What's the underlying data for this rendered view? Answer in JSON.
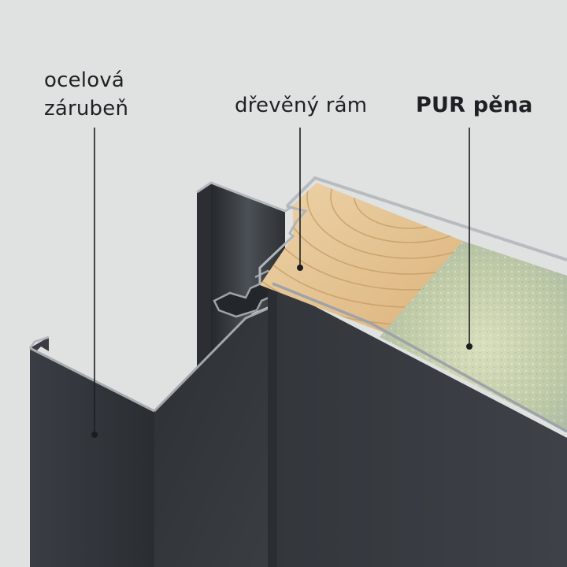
{
  "labels": {
    "steel_frame": [
      "ocelová",
      "zárubeň"
    ],
    "wood_frame": "dřevěný rám",
    "pur_foam": "PUR pěna"
  },
  "colors": {
    "background": "#dfe2e1",
    "steel": "#2e3136",
    "steel_edge": "#a3a8ad",
    "wood": "#e3c08d",
    "wood_rings": "#c79e66",
    "foam": "#c5cfb2",
    "text": "#1e2124"
  }
}
